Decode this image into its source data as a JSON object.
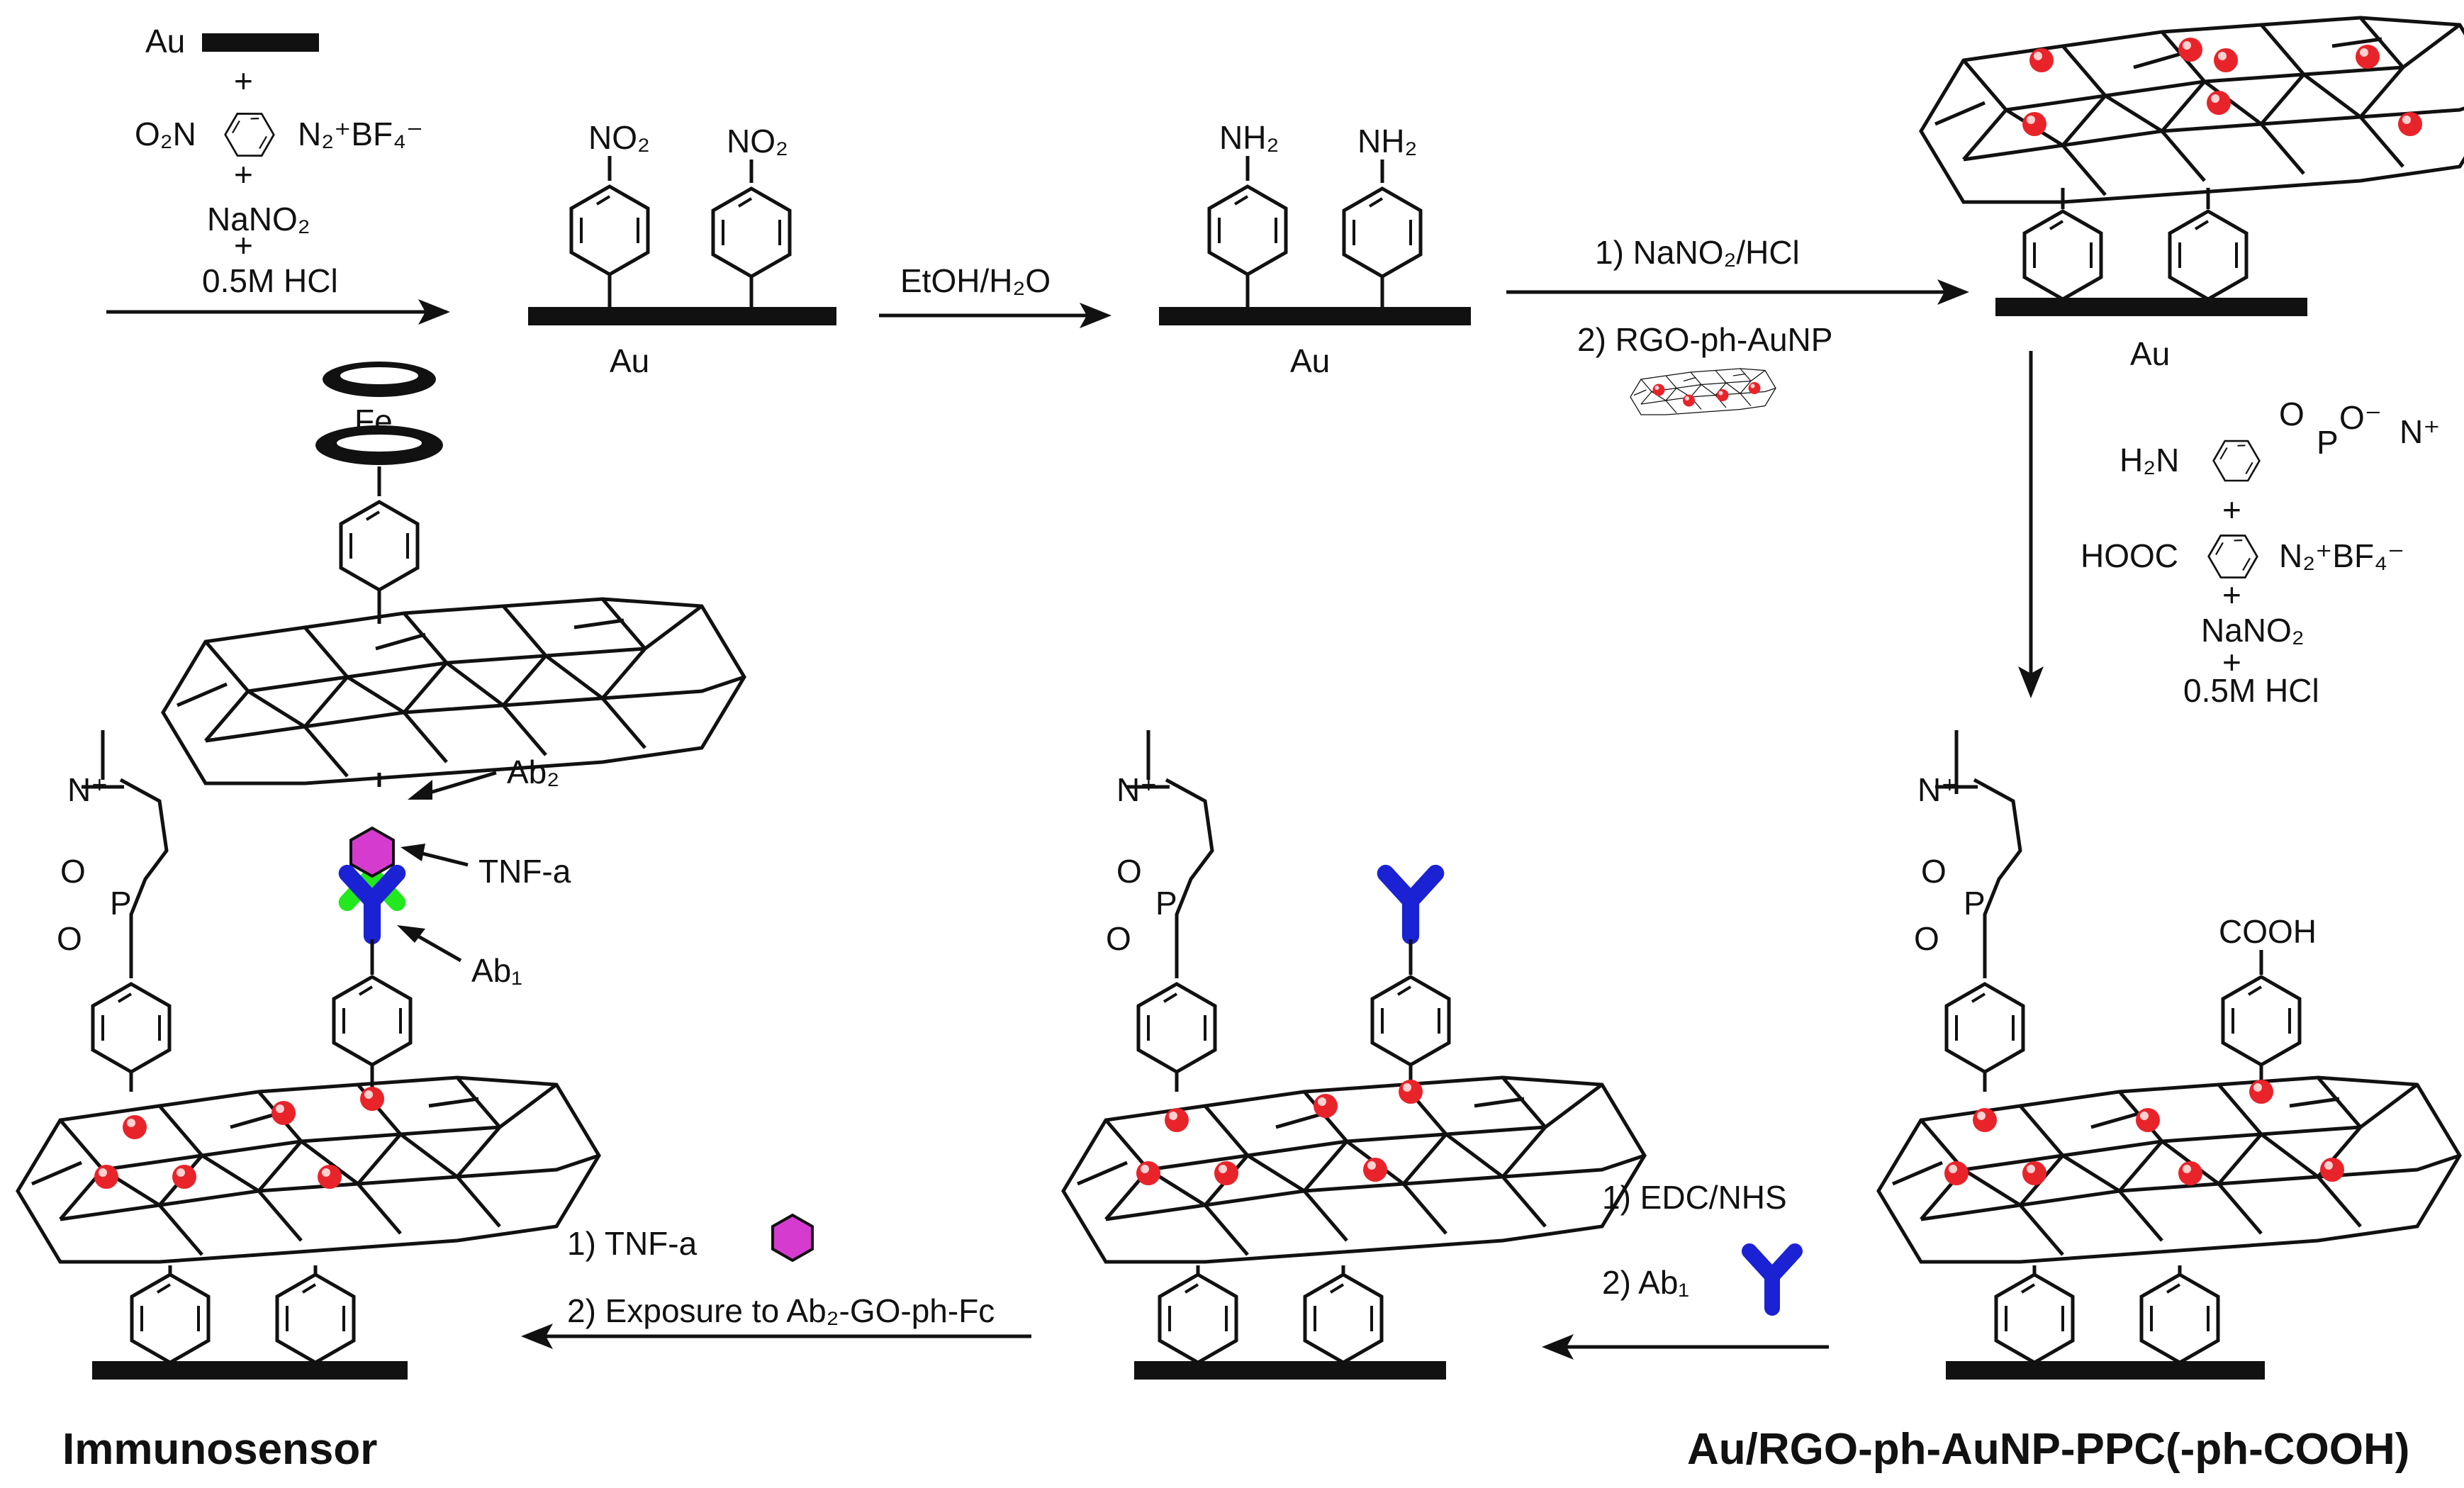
{
  "colors": {
    "ink": "#111111",
    "gold_np": "#e8242a",
    "ab1": "#1a22d4",
    "ab2": "#22e81e",
    "tnf": "#d63bd0"
  },
  "step1": {
    "au_label": "Au",
    "plus_1": "+",
    "o2n": "O₂N",
    "diazonium": "N₂⁺BF₄⁻",
    "plus_2": "+",
    "nano2": "NaNO₂",
    "plus_3": "+",
    "hcl": "0.5M HCl"
  },
  "stage_nitro": {
    "group_1": "NO₂",
    "group_2": "NO₂",
    "electrode_label": "Au"
  },
  "step2": {
    "reagent": "EtOH/H₂O"
  },
  "stage_amine": {
    "group_1": "NH₂",
    "group_2": "NH₂",
    "electrode_label": "Au"
  },
  "step3": {
    "line_1": "1) NaNO₂/HCl",
    "line_2": "2) RGO-ph-AuNP"
  },
  "stage_rgo": {
    "electrode_label": "Au"
  },
  "step4": {
    "amine_1": "H₂N",
    "phosphate_o": "O",
    "phosphate_p": "P",
    "phosphate_oneg": "O⁻",
    "choline_n": "N⁺",
    "plus_1": "+",
    "cooh": "HOOC",
    "diazonium": "N₂⁺BF₄⁻",
    "plus_2": "+",
    "nano2": "NaNO₂",
    "plus_3": "+",
    "hcl": "0.5M HCl"
  },
  "stage_cooh": {
    "cooh": "COOH",
    "product_name": "Au/RGO-ph-AuNP-PPC(-ph-COOH)"
  },
  "step5": {
    "line_1": "1) EDC/NHS",
    "line_2": "2) Ab₁"
  },
  "step6": {
    "line_1": "1) TNF-a",
    "line_2": "2) Exposure to Ab₂-GO-ph-Fc"
  },
  "final": {
    "fe": "Fe",
    "ab2": "Ab₂",
    "tnf": "TNF-a",
    "ab1": "Ab₁",
    "title": "Immunosensor"
  }
}
